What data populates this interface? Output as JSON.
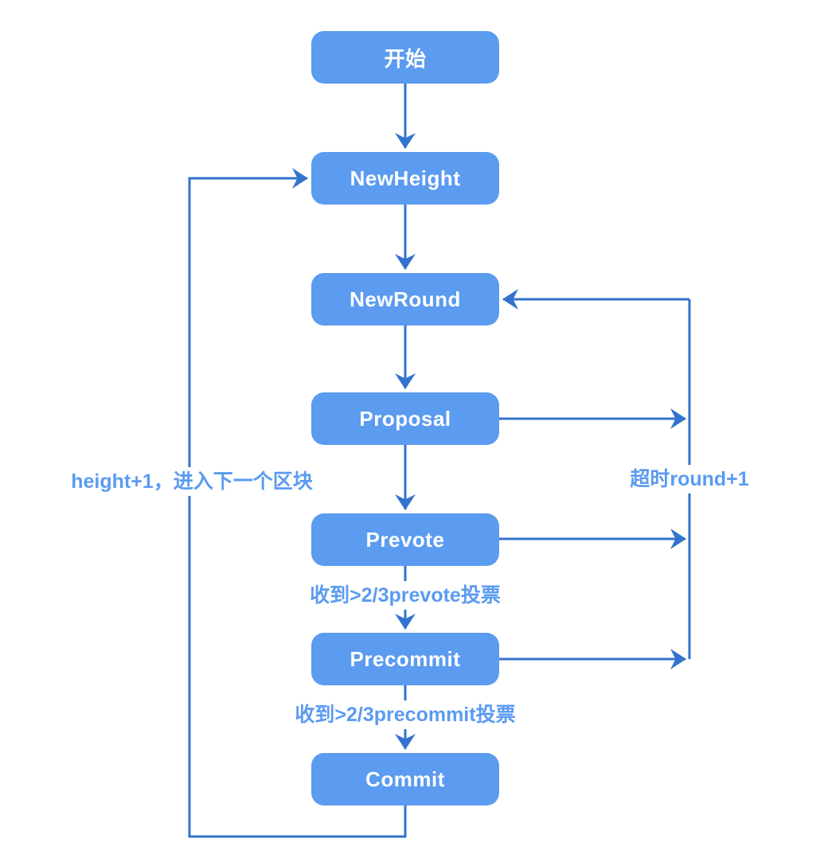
{
  "diagram": {
    "type": "flowchart",
    "description_topic": "consensus state flow",
    "nodes": [
      {
        "id": "start",
        "label": "开始"
      },
      {
        "id": "newheight",
        "label": "NewHeight"
      },
      {
        "id": "newround",
        "label": "NewRound"
      },
      {
        "id": "proposal",
        "label": "Proposal"
      },
      {
        "id": "prevote",
        "label": "Prevote"
      },
      {
        "id": "precommit",
        "label": "Precommit"
      },
      {
        "id": "commit",
        "label": "Commit"
      }
    ],
    "edges": [
      {
        "from": "start",
        "to": "newheight",
        "label": ""
      },
      {
        "from": "newheight",
        "to": "newround",
        "label": ""
      },
      {
        "from": "newround",
        "to": "proposal",
        "label": ""
      },
      {
        "from": "proposal",
        "to": "prevote",
        "label": ""
      },
      {
        "from": "prevote",
        "to": "precommit",
        "label": "收到>2/3prevote投票"
      },
      {
        "from": "precommit",
        "to": "commit",
        "label": "收到>2/3precommit投票"
      },
      {
        "from": "commit",
        "to": "newheight",
        "label": "height+1，进入下一个区块"
      },
      {
        "from": "proposal",
        "to": "newround",
        "label": "超时round+1"
      },
      {
        "from": "prevote",
        "to": "newround",
        "label": "超时round+1"
      },
      {
        "from": "precommit",
        "to": "newround",
        "label": "超时round+1"
      }
    ],
    "edge_labels": {
      "left_loop": "height+1，进入下一个区块",
      "right_loop": "超时round+1",
      "prevote_to_precommit": "收到>2/3prevote投票",
      "precommit_to_commit": "收到>2/3precommit投票"
    },
    "colors": {
      "background": "#ffffff",
      "node_fill": "#5b9bf0",
      "node_text": "#ffffff",
      "arrow": "#3273cd",
      "edge_label_text": "#5b9bf0"
    }
  }
}
